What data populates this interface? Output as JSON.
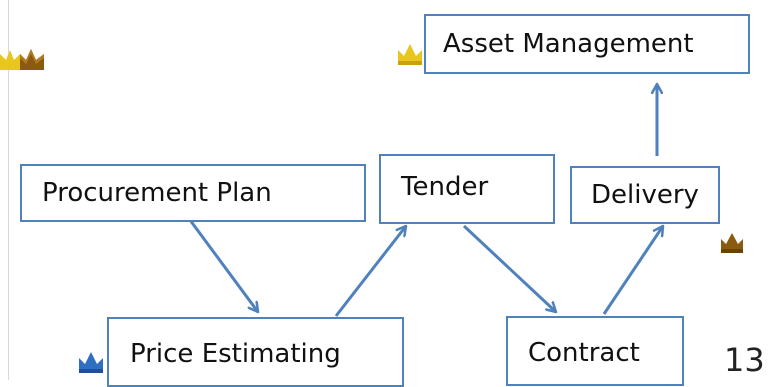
{
  "diagram": {
    "nodes": {
      "asset_management": "Asset Management",
      "procurement_plan": "Procurement Plan",
      "tender": "Tender",
      "delivery": "Delivery",
      "price_estimating": "Price Estimating",
      "contract": "Contract"
    },
    "edges": [
      {
        "from": "procurement_plan",
        "to": "price_estimating"
      },
      {
        "from": "price_estimating",
        "to": "tender"
      },
      {
        "from": "tender",
        "to": "contract"
      },
      {
        "from": "contract",
        "to": "delivery"
      },
      {
        "from": "delivery",
        "to": "asset_management"
      }
    ],
    "page_number": "13"
  },
  "colors": {
    "node_border": "#4f81bd",
    "arrow": "#4f81bd",
    "crown_gold": "#e8c61e",
    "crown_brown": "#8a5a10",
    "crown_blue": "#2f6fc1"
  },
  "icons": [
    "gold-crown-icon",
    "brown-crown-icon",
    "blue-crown-icon"
  ]
}
